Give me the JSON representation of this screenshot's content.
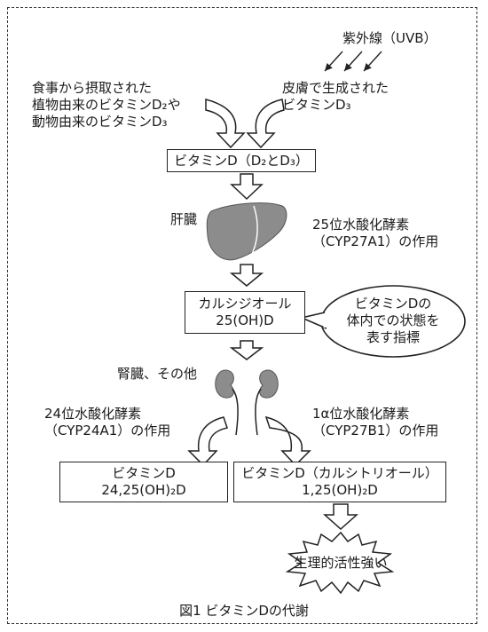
{
  "uvb_label": "紫外線（UVB）",
  "diet_lines": [
    "食事から摂取された",
    "植物由来のビタミンD₂や",
    "動物由来のビタミンD₃"
  ],
  "skin_lines": [
    "皮膚で生成された",
    "ビタミンD₃"
  ],
  "vitd_box": "ビタミンD（D₂とD₃）",
  "liver_label": "肝臓",
  "enzyme_25_lines": [
    "25位水酸化酵素",
    "（CYP27A1）の作用"
  ],
  "calcidiol_lines": [
    "カルシジオール",
    "25(OH)D"
  ],
  "bubble_lines": [
    "ビタミンDの",
    "体内での状態を",
    "表す指標"
  ],
  "kidney_label": "腎臓、その他",
  "enzyme_24_lines": [
    "24位水酸化酵素",
    "（CYP24A1）の作用"
  ],
  "enzyme_1a_lines": [
    "1α位水酸化酵素",
    "（CYP27B1）の作用"
  ],
  "box_2425_lines": [
    "ビタミンD",
    "24,25(OH)₂D"
  ],
  "box_125_lines": [
    "ビタミンD（カルシトリオール）",
    "1,25(OH)₂D"
  ],
  "burst_label": "生理的活性強い",
  "caption": "図1  ビタミンDの代謝",
  "colors": {
    "organ_fill": "#8c8c8c",
    "stroke": "#222222"
  }
}
